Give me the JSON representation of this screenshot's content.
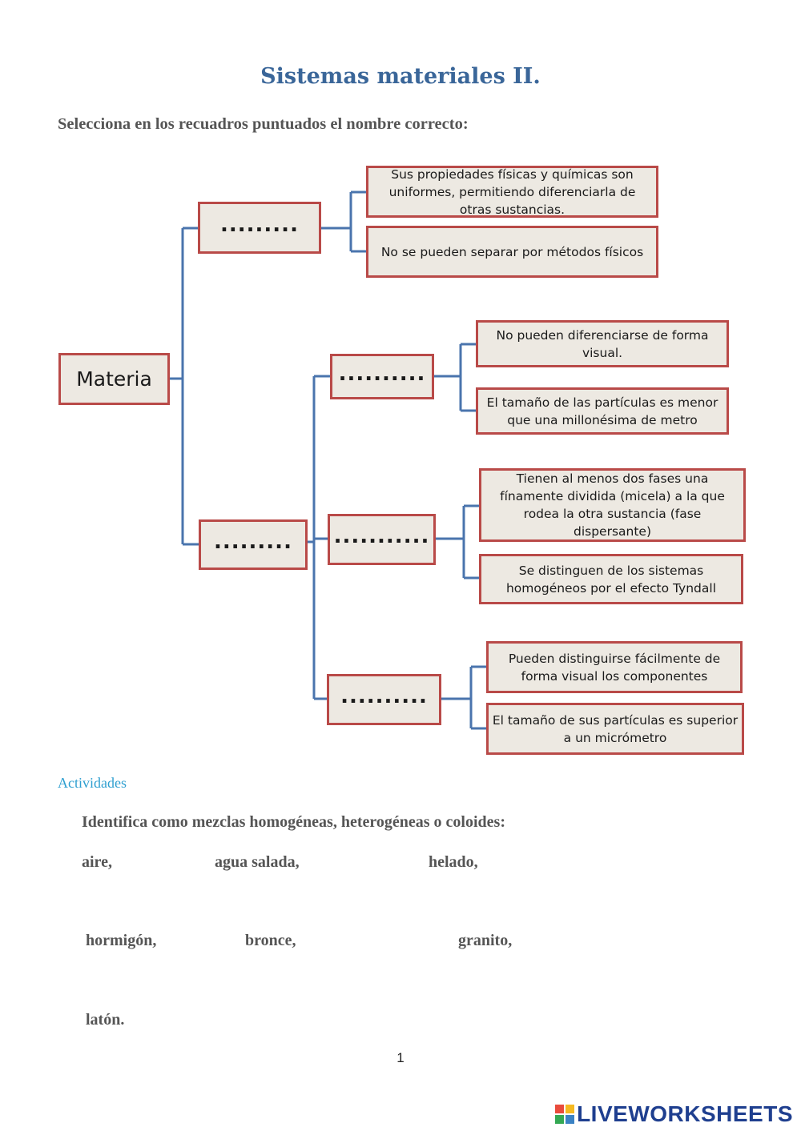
{
  "title": "Sistemas materiales II.",
  "instruction": "Selecciona en los recuadros puntuados el nombre correcto:",
  "diagram": {
    "root": "Materia",
    "blank_top": ".........",
    "blank_bottom": ".........",
    "blank_homogenea": "..........",
    "blank_coloide": "...........",
    "blank_heterogenea": "..........",
    "top_desc_1": "Sus propiedades físicas y químicas son uniformes, permitiendo diferenciarla de otras sustancias.",
    "top_desc_2": "No se pueden separar por métodos físicos",
    "mid1_desc_1": "No pueden diferenciarse de forma visual.",
    "mid1_desc_2": "El tamaño de las partículas es menor que una millonésima de metro",
    "mid2_desc_1": "Tienen al menos dos fases una fínamente dividida (micela) a la que rodea la otra sustancia (fase dispersante)",
    "mid2_desc_2": "Se distinguen de los sistemas homogéneos por el efecto Tyndall",
    "mid3_desc_1": "Pueden distinguirse fácilmente de forma visual los componentes",
    "mid3_desc_2": "El tamaño de sus partículas es superior a un micrómetro",
    "line_color": "#4a74ad",
    "border_color": "#b94a48",
    "box_fill": "#ede9e2"
  },
  "activities": {
    "heading": "Actividades",
    "question": "Identifica como mezclas homogéneas, heterogéneas o coloides:",
    "items": [
      "aire,",
      "agua salada,",
      "helado,",
      "hormigón,",
      "bronce,",
      "granito,",
      "latón."
    ]
  },
  "page_number": "1",
  "brand": "LIVEWORKSHEETS"
}
